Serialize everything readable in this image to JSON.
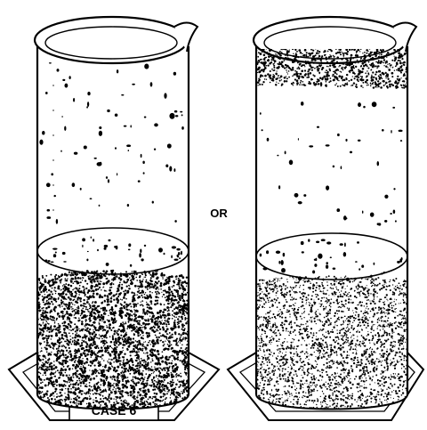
{
  "figure": {
    "case_label": "CASE 6",
    "connector_word": "OR"
  },
  "cylinders": [
    {
      "id": "left",
      "layers": [
        "sparse-particles-upper",
        "sparse-particles-lower",
        "dense-dark-sediment"
      ]
    },
    {
      "id": "right",
      "layers": [
        "dense-top-layer",
        "sparse-particles-middle",
        "sparse-particles-lower",
        "dense-sediment"
      ]
    }
  ]
}
